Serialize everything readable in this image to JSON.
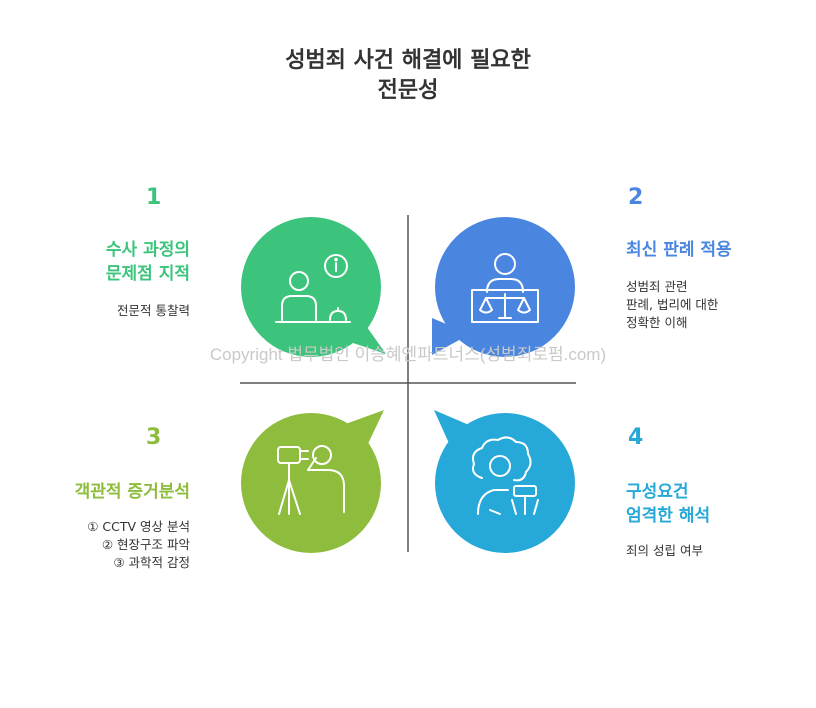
{
  "title": {
    "line1": "성범죄 사건 해결에 필요한",
    "line2": "전문성"
  },
  "colors": {
    "green": "#3cc47c",
    "blue": "#4a86e0",
    "olive": "#8ebc3c",
    "cyan": "#26a8d8",
    "divider": "#555555"
  },
  "quadrants": [
    {
      "number": "1",
      "heading": [
        "수사 과정의",
        "문제점 지적"
      ],
      "description": [
        "전문적 통찰력"
      ],
      "icon": "person-at-desk-with-info-icon"
    },
    {
      "number": "2",
      "heading": [
        "최신 판례 적용"
      ],
      "description": [
        "성범죄 관련",
        "판례, 법리에 대한",
        "정확한 이해"
      ],
      "icon": "person-with-scales-icon"
    },
    {
      "number": "3",
      "heading": [
        "객관적 증거분석"
      ],
      "description": [
        "① CCTV 영상 분석",
        "② 현장구조 파악",
        "③ 과학적 감정"
      ],
      "icon": "person-with-camera-icon"
    },
    {
      "number": "4",
      "heading": [
        "구성요건",
        "엄격한 해석"
      ],
      "description": [
        "죄의 성립 여부"
      ],
      "icon": "person-with-gavel-icon"
    }
  ],
  "watermark": "Copyright  법무법인 이승혜엔파트너스(성범죄로펌.com)"
}
